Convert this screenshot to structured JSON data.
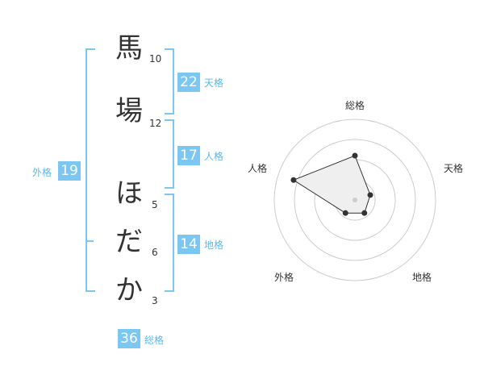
{
  "name_chars": [
    {
      "char": "馬",
      "strokes": "10"
    },
    {
      "char": "場",
      "strokes": "12"
    },
    {
      "char": "ほ",
      "strokes": "5"
    },
    {
      "char": "だ",
      "strokes": "6"
    },
    {
      "char": "か",
      "strokes": "3"
    }
  ],
  "kakusu": {
    "tenkaku": {
      "label": "天格",
      "value": "22"
    },
    "jinkaku": {
      "label": "人格",
      "value": "17"
    },
    "chikaku": {
      "label": "地格",
      "value": "14"
    },
    "gaikaku": {
      "label": "外格",
      "value": "19"
    },
    "soukaku": {
      "label": "総格",
      "value": "36"
    }
  },
  "colors": {
    "accent": "#7cc7f2",
    "text": "#333333",
    "ring": "#cccccc"
  },
  "chart_data": {
    "type": "radar",
    "axes": [
      "総格",
      "天格",
      "地格",
      "外格",
      "人格"
    ],
    "values": [
      0.55,
      0.2,
      0.2,
      0.2,
      0.8
    ],
    "range": [
      0,
      1
    ],
    "rings": 4
  }
}
